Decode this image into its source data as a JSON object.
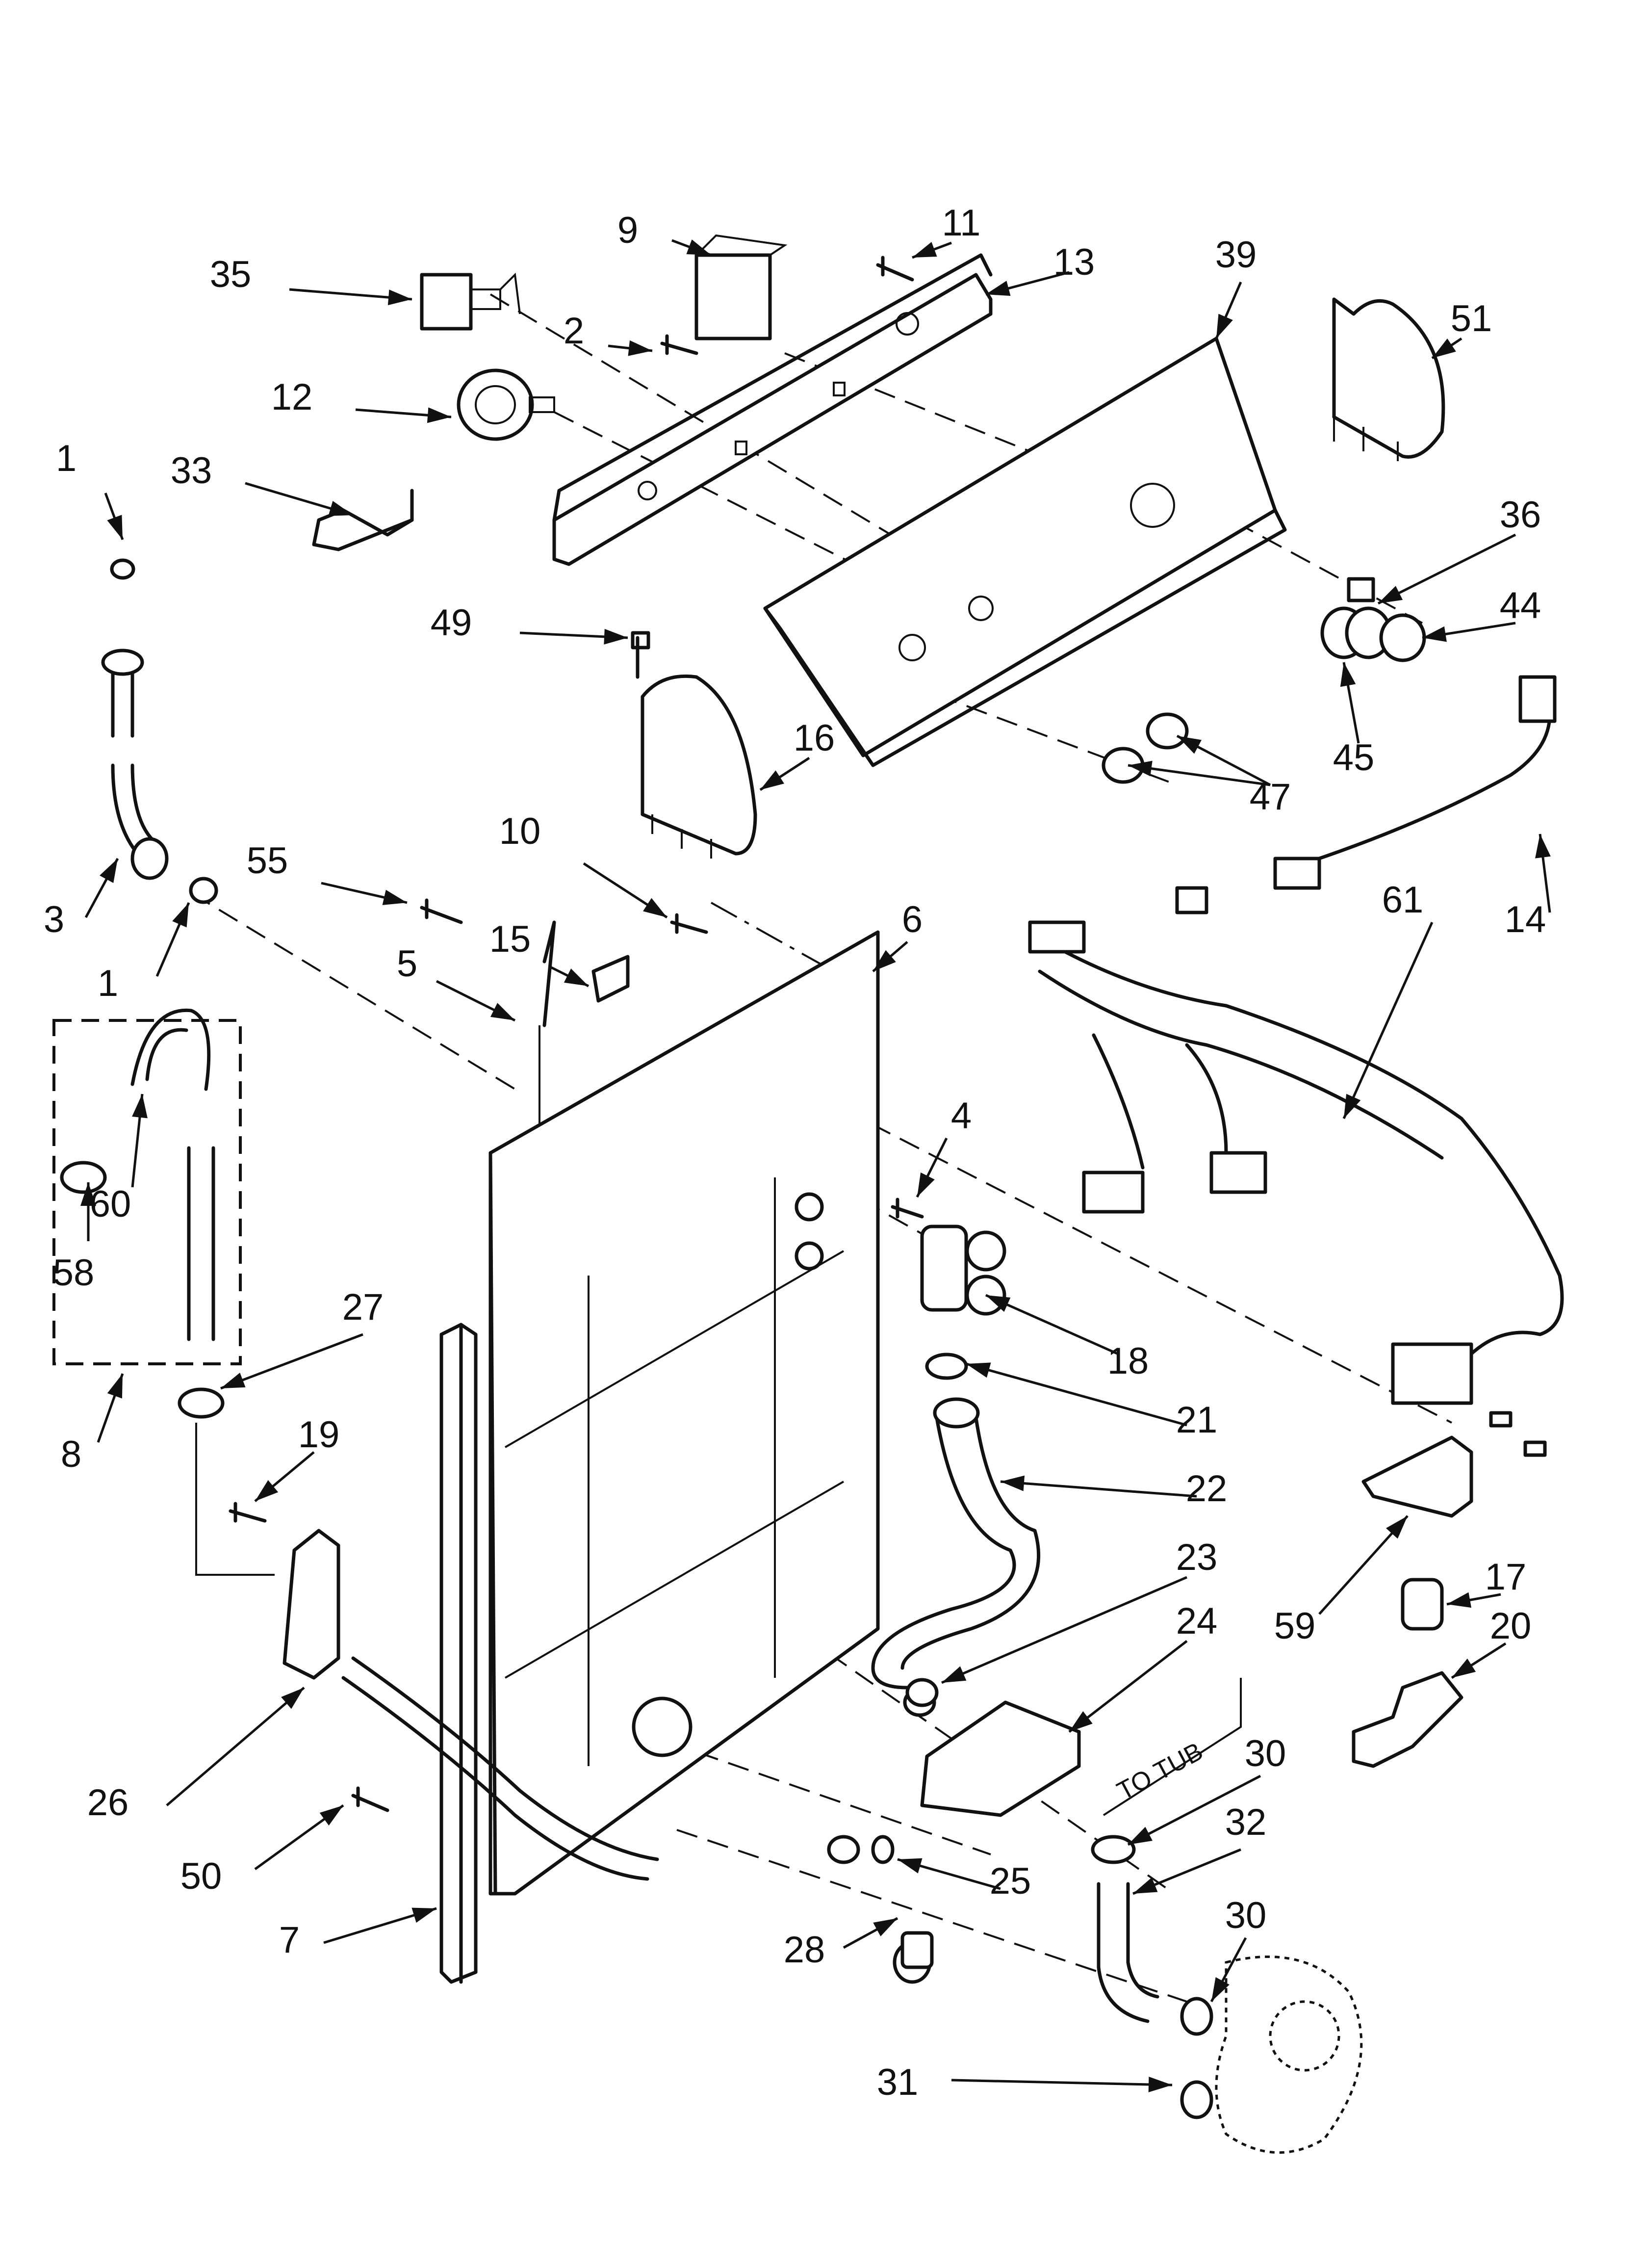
{
  "diagram": {
    "note_text": "TO TUB",
    "callouts": [
      {
        "id": "c-1a",
        "label": "1"
      },
      {
        "id": "c-1b",
        "label": "1"
      },
      {
        "id": "c-2",
        "label": "2"
      },
      {
        "id": "c-3",
        "label": "3"
      },
      {
        "id": "c-4",
        "label": "4"
      },
      {
        "id": "c-5",
        "label": "5"
      },
      {
        "id": "c-6",
        "label": "6"
      },
      {
        "id": "c-7",
        "label": "7"
      },
      {
        "id": "c-8",
        "label": "8"
      },
      {
        "id": "c-9",
        "label": "9"
      },
      {
        "id": "c-10",
        "label": "10"
      },
      {
        "id": "c-11",
        "label": "11"
      },
      {
        "id": "c-12",
        "label": "12"
      },
      {
        "id": "c-13",
        "label": "13"
      },
      {
        "id": "c-14",
        "label": "14"
      },
      {
        "id": "c-15",
        "label": "15"
      },
      {
        "id": "c-16",
        "label": "16"
      },
      {
        "id": "c-17",
        "label": "17"
      },
      {
        "id": "c-18",
        "label": "18"
      },
      {
        "id": "c-19",
        "label": "19"
      },
      {
        "id": "c-20",
        "label": "20"
      },
      {
        "id": "c-21",
        "label": "21"
      },
      {
        "id": "c-22",
        "label": "22"
      },
      {
        "id": "c-23",
        "label": "23"
      },
      {
        "id": "c-24",
        "label": "24"
      },
      {
        "id": "c-25",
        "label": "25"
      },
      {
        "id": "c-26",
        "label": "26"
      },
      {
        "id": "c-27",
        "label": "27"
      },
      {
        "id": "c-28",
        "label": "28"
      },
      {
        "id": "c-30a",
        "label": "30"
      },
      {
        "id": "c-30b",
        "label": "30"
      },
      {
        "id": "c-31",
        "label": "31"
      },
      {
        "id": "c-32",
        "label": "32"
      },
      {
        "id": "c-33",
        "label": "33"
      },
      {
        "id": "c-35",
        "label": "35"
      },
      {
        "id": "c-36",
        "label": "36"
      },
      {
        "id": "c-39",
        "label": "39"
      },
      {
        "id": "c-44",
        "label": "44"
      },
      {
        "id": "c-45",
        "label": "45"
      },
      {
        "id": "c-47",
        "label": "47"
      },
      {
        "id": "c-49",
        "label": "49"
      },
      {
        "id": "c-50",
        "label": "50"
      },
      {
        "id": "c-51",
        "label": "51"
      },
      {
        "id": "c-55",
        "label": "55"
      },
      {
        "id": "c-58",
        "label": "58"
      },
      {
        "id": "c-59",
        "label": "59"
      },
      {
        "id": "c-60",
        "label": "60"
      },
      {
        "id": "c-61",
        "label": "61"
      }
    ]
  }
}
